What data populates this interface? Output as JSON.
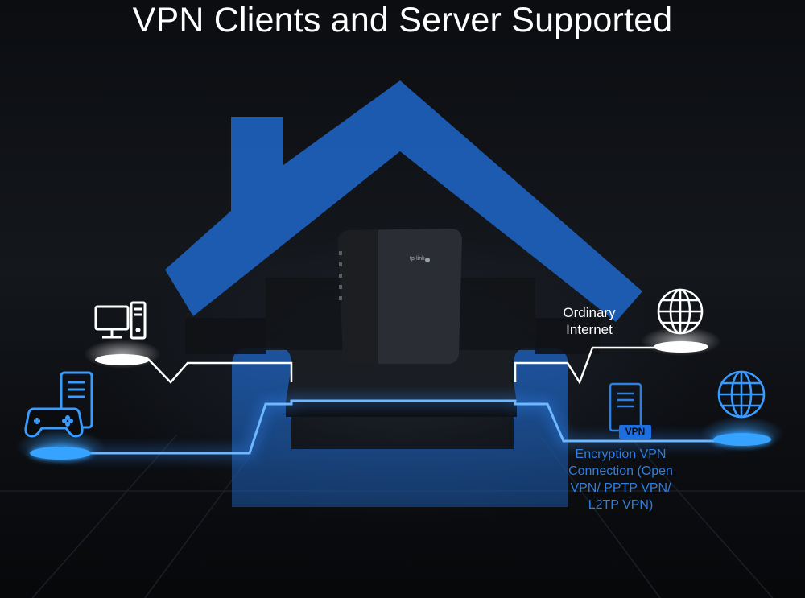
{
  "title": "VPN Clients and Server Supported",
  "labels": {
    "ordinary_internet": [
      "Ordinary",
      "Internet"
    ],
    "encryption_vpn": [
      "Encryption VPN",
      "Connection (Open",
      "VPN/ PPTP VPN/",
      "L2TP VPN)"
    ],
    "vpn_badge": "VPN",
    "router_brand": "tp-link"
  },
  "icons": {
    "desktop_pc": "desktop-computer-icon",
    "gamepad": "game-controller-icon",
    "globe_top": "globe-icon",
    "globe_bottom": "globe-icon",
    "vpn_server": "server-icon"
  },
  "colors": {
    "house": "#1d5fb8",
    "vpn_line": "#2f8cff",
    "plain_line": "#ffffff",
    "background": "#0a0c10"
  }
}
